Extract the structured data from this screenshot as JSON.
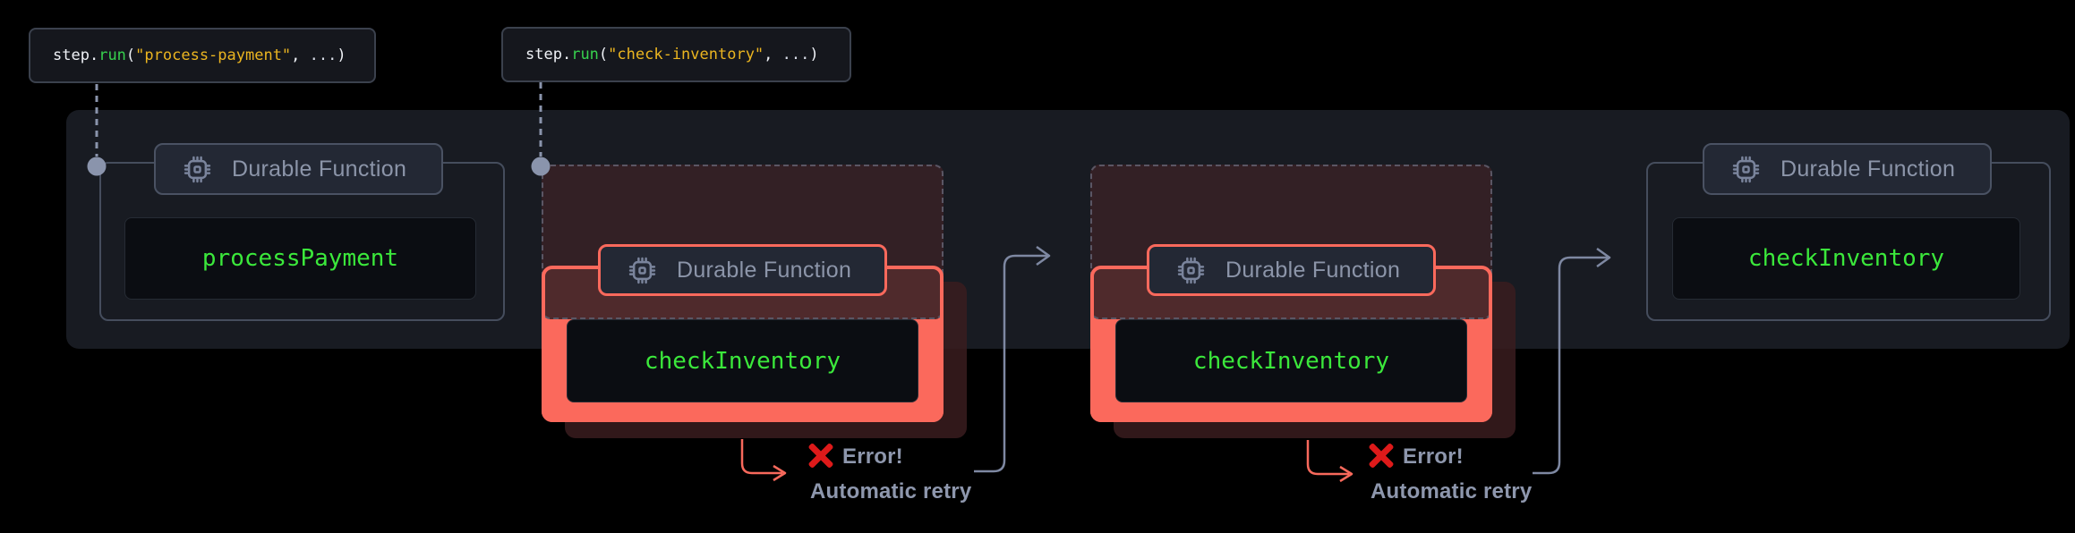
{
  "snippets": [
    {
      "parts": [
        "step",
        ".",
        "run",
        "(",
        "\"process-payment\"",
        ", ",
        "...",
        ")"
      ]
    },
    {
      "parts": [
        "step",
        ".",
        "run",
        "(",
        "\"check-inventory\"",
        ", ",
        "...",
        ")"
      ]
    }
  ],
  "groups": [
    {
      "badge_label": "Durable Function",
      "function_name": "processPayment",
      "status": "success"
    },
    {
      "badge_label": "Durable Function",
      "function_name": "checkInventory",
      "status": "error"
    },
    {
      "badge_label": "Durable Function",
      "function_name": "checkInventory",
      "status": "error"
    },
    {
      "badge_label": "Durable Function",
      "function_name": "checkInventory",
      "status": "success"
    }
  ],
  "error_annotations": [
    {
      "error_label": "Error!",
      "retry_label": "Automatic retry"
    },
    {
      "error_label": "Error!",
      "retry_label": "Automatic retry"
    }
  ],
  "icons": {
    "badge_icon": "cpu-chip-icon",
    "error_icon": "x-mark-icon"
  },
  "colors": {
    "background": "#000000",
    "panel": "#181B22",
    "card_border": "#454D5D",
    "badge_background": "#232834",
    "badge_text": "#8C95A9",
    "code_background": "#0B0D12",
    "function_green": "#3BE83B",
    "error_red": "#FB695C",
    "error_x_red": "#DE1A1A",
    "ghost_fill": "rgba(55,33,38,0.88)",
    "ghost_border": "#5B5664",
    "connector_grey": "#8A94AC",
    "arrow_grey": "#7E88A2",
    "annotation_text": "#8E97AD",
    "snippet_background": "#15171D",
    "snippet_border": "#3B414D",
    "token_plain": "#EEF1F6",
    "token_function": "#37D14E",
    "token_string": "#EBB520"
  }
}
